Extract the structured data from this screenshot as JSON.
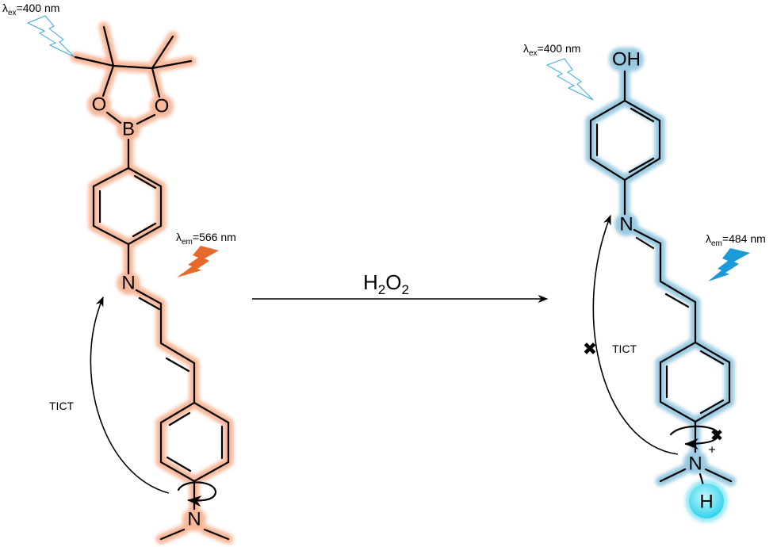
{
  "reaction": {
    "reagent": {
      "main": "H",
      "sub1": "2",
      "mid": "O",
      "sub2": "2"
    }
  },
  "probe": {
    "glow_color": "#f7b08f",
    "atoms": {
      "O1": "O",
      "O2": "O",
      "B": "B",
      "N_imine": "N",
      "N_amine": "N"
    },
    "excitation": {
      "lambda": "λ",
      "sub": "ex",
      "value": "=400 nm"
    },
    "emission": {
      "lambda": "λ",
      "sub": "em",
      "value": "=566 nm",
      "bolt_color": "#e8692c"
    },
    "tict_label": "TICT"
  },
  "product": {
    "glow_color": "#8fc4de",
    "atoms": {
      "OH": "OH",
      "N_imine": "N",
      "N_amine": "N",
      "plus": "+",
      "H": "H"
    },
    "proton_color": "#33d6ee",
    "excitation": {
      "lambda": "λ",
      "sub": "ex",
      "value": "=400 nm"
    },
    "emission": {
      "lambda": "λ",
      "sub": "em",
      "value": "=484 nm",
      "bolt_color": "#1a9ad6"
    },
    "tict_label": "TICT"
  },
  "excitation_bolt_color": "#3aa7e0"
}
